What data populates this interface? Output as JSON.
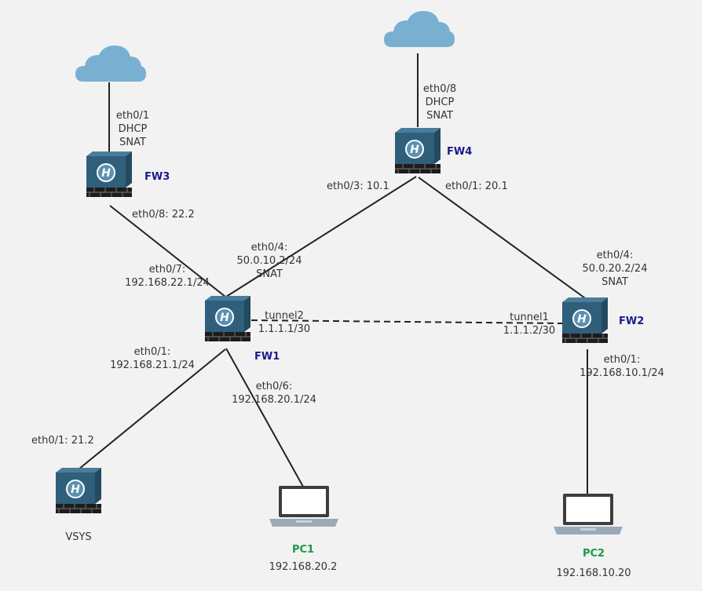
{
  "devices": {
    "fw1": {
      "name": "FW1"
    },
    "fw2": {
      "name": "FW2"
    },
    "fw3": {
      "name": "FW3"
    },
    "fw4": {
      "name": "FW4"
    },
    "vsys": {
      "name": "VSYS"
    },
    "pc1": {
      "name": "PC1",
      "ip": "192.168.20.2"
    },
    "pc2": {
      "name": "PC2",
      "ip": "192.168.10.20"
    }
  },
  "labels": {
    "fw3_up": [
      "eth0/1",
      "DHCP",
      "SNAT"
    ],
    "fw3_down": "eth0/8: 22.2",
    "fw4_up": [
      "eth0/8",
      "DHCP",
      "SNAT"
    ],
    "fw4_left": "eth0/3: 10.1",
    "fw4_right": "eth0/1: 20.1",
    "fw1_to_fw3": [
      "eth0/7:",
      "192.168.22.1/24"
    ],
    "fw1_to_fw4": [
      "eth0/4:",
      "50.0.10.2/24",
      "SNAT"
    ],
    "fw1_tunnel": [
      "tunnel2",
      "1.1.1.1/30"
    ],
    "fw1_to_vsys": [
      "eth0/1:",
      "192.168.21.1/24"
    ],
    "fw1_to_pc1": [
      "eth0/6:",
      "192.168.20.1/24"
    ],
    "vsys_up": "eth0/1: 21.2",
    "fw2_to_fw4": [
      "eth0/4:",
      "50.0.20.2/24",
      "SNAT"
    ],
    "fw2_tunnel": [
      "tunnel1",
      "1.1.1.2/30"
    ],
    "fw2_down": [
      "eth0/1:",
      "192.168.10.1/24"
    ]
  },
  "colors": {
    "firewall": "#2f5f7a",
    "cloud": "#79b0d2",
    "fw_label": "#1a1a8c",
    "pc_label": "#1a9a4a"
  }
}
